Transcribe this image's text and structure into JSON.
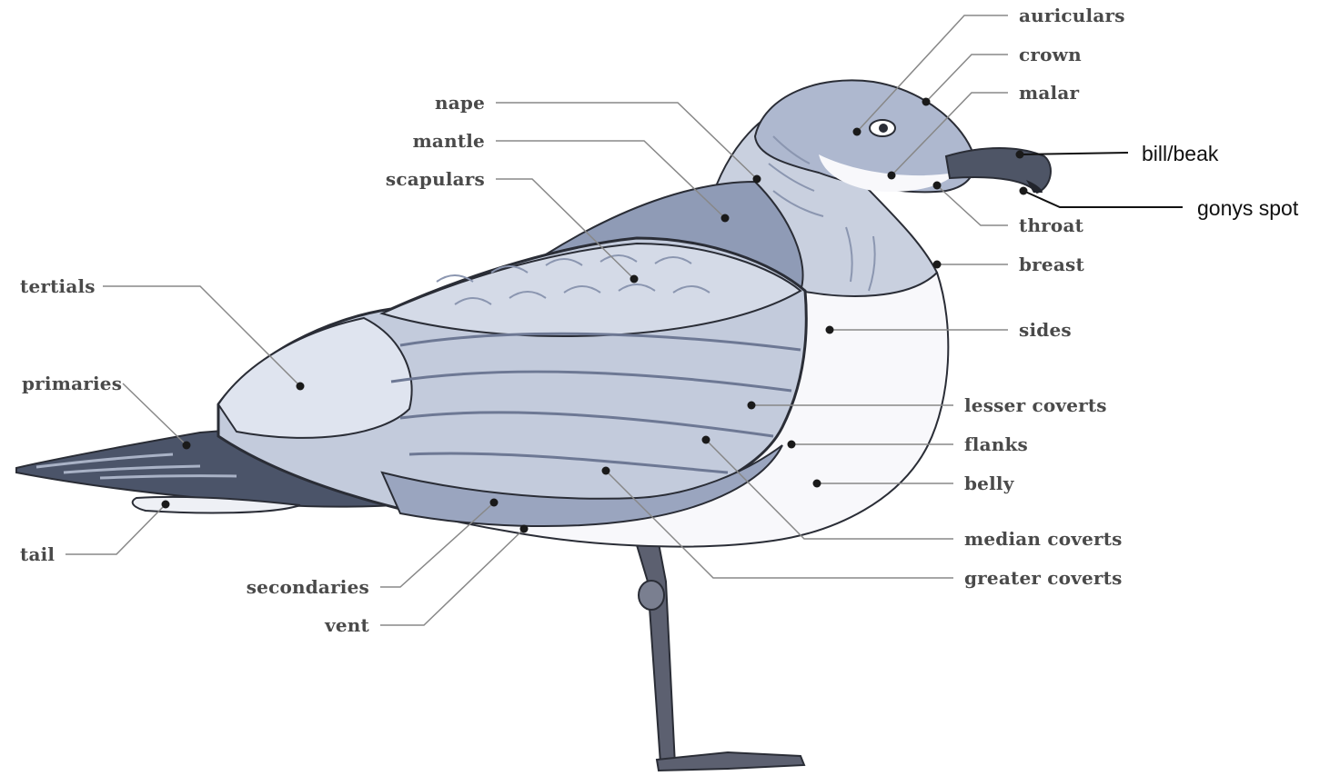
{
  "colors": {
    "leader_line": "#888888",
    "leader_line_added": "#111111",
    "dot": "#1a1a1a",
    "plumage_light": "#dfe4ef",
    "plumage_mid": "#b6c0d6",
    "plumage_dark": "#8190ad",
    "primaries_dark": "#4b5469",
    "belly_white": "#f8f8fb",
    "legs": "#5c6070",
    "outline": "#2a2d36"
  },
  "labels": {
    "auriculars": "auriculars",
    "crown": "crown",
    "malar": "malar",
    "bill_beak": "bill/beak",
    "gonys_spot": "gonys spot",
    "nape": "nape",
    "mantle": "mantle",
    "scapulars": "scapulars",
    "throat": "throat",
    "breast": "breast",
    "tertials": "tertials",
    "sides": "sides",
    "primaries": "primaries",
    "lesser_coverts": "lesser coverts",
    "flanks": "flanks",
    "belly": "belly",
    "tail": "tail",
    "median_coverts": "median coverts",
    "greater_coverts": "greater coverts",
    "secondaries": "secondaries",
    "vent": "vent"
  }
}
